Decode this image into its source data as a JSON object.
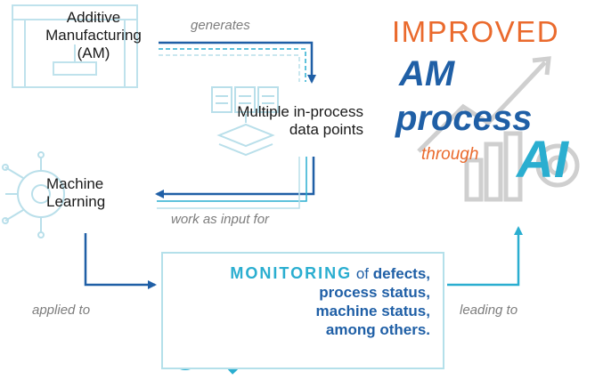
{
  "nodes": {
    "am": "Additive Manufacturing (AM)",
    "am_l1": "Additive",
    "am_l2": "Manufacturing",
    "am_l3": "(AM)",
    "data_l1": "Multiple in-process",
    "data_l2": "data points",
    "ml_l1": "Machine",
    "ml_l2": "Learning"
  },
  "edges": {
    "generates": "generates",
    "work_as_input": "work as input for",
    "applied_to": "applied to",
    "leading_to": "leading to"
  },
  "monitoring": {
    "keyword": "MONITORING",
    "of": "of",
    "l1": "defects,",
    "l2": "process status,",
    "l3": "machine status,",
    "l4": "among others."
  },
  "headline": {
    "improved": "IMPROVED",
    "am": "AM",
    "process": "process",
    "through": "through",
    "ai": "AI"
  },
  "colors": {
    "dark_blue": "#1f5fa6",
    "light_blue": "#2aaed0",
    "orange": "#ea6a2d",
    "gray": "#7d7d7d"
  },
  "icons": [
    "3d-printer-icon",
    "data-files-icon",
    "circuit-brain-icon",
    "magnifier-gear-icon",
    "rising-chart-gear-icon"
  ]
}
